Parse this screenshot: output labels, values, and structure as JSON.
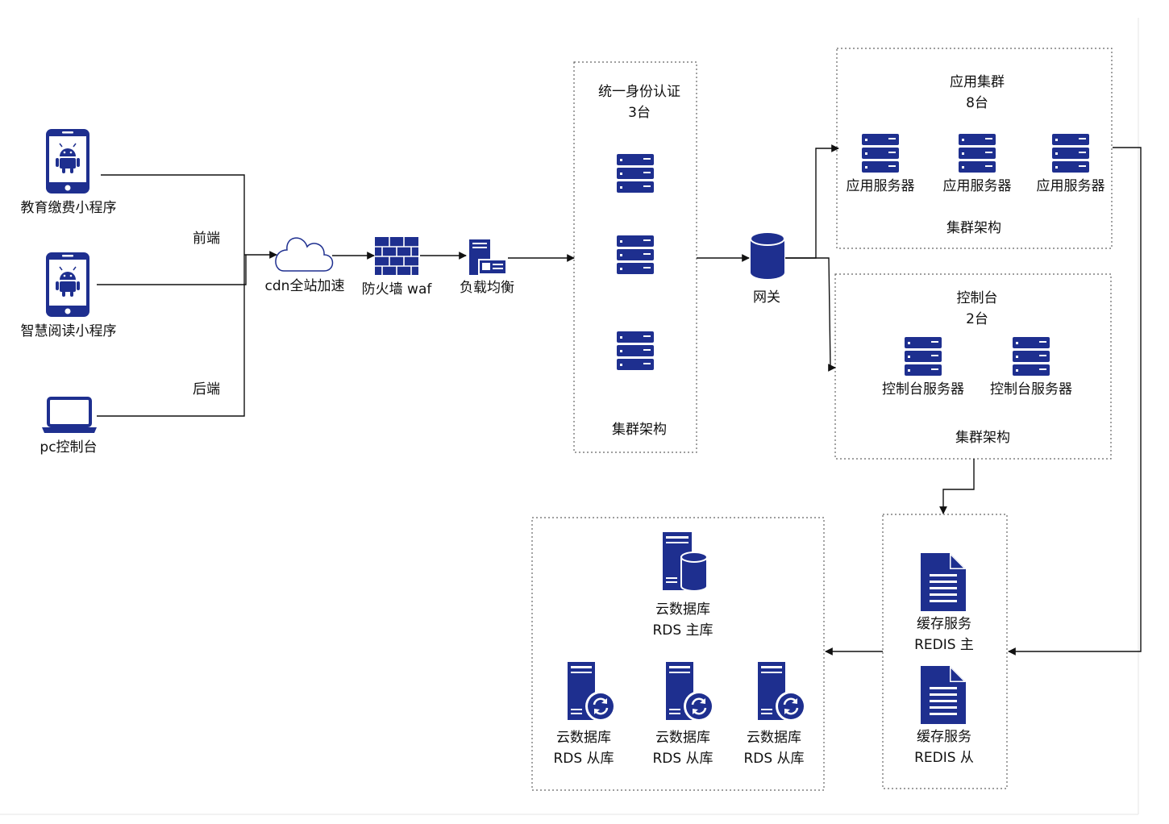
{
  "colors": {
    "accent": "#1e2f8f",
    "line": "#111111",
    "box_border": "#666666"
  },
  "clients": {
    "mini_program_edu": {
      "label": "教育缴费小程序",
      "icon": "android-phone-icon"
    },
    "mini_program_read": {
      "label": "智慧阅读小程序",
      "icon": "android-phone-icon"
    },
    "pc_console": {
      "label": "pc控制台",
      "icon": "laptop-icon"
    },
    "frontend_label": "前端",
    "backend_label": "后端"
  },
  "edge": {
    "cdn": {
      "label": "cdn全站加速",
      "icon": "cloud-icon"
    },
    "firewall": {
      "label": "防火墙 waf",
      "icon": "firewall-icon"
    },
    "load_balancer": {
      "label": "负载均衡",
      "icon": "load-balancer-icon"
    }
  },
  "auth_cluster": {
    "title": "统一身份认证",
    "count": "3台",
    "footer": "集群架构"
  },
  "gateway": {
    "label": "网关",
    "icon": "database-cylinder-icon"
  },
  "app_cluster": {
    "title": "应用集群",
    "count": "8台",
    "servers": [
      "应用服务器",
      "应用服务器",
      "应用服务器"
    ],
    "footer": "集群架构"
  },
  "console_cluster": {
    "title": "控制台",
    "count": "2台",
    "servers": [
      "控制台服务器",
      "控制台服务器"
    ],
    "footer": "集群架构"
  },
  "cache": {
    "master": {
      "line1": "缓存服务",
      "line2": "REDIS 主"
    },
    "slave": {
      "line1": "缓存服务",
      "line2": "REDIS 从"
    }
  },
  "database": {
    "master": {
      "line1": "云数据库",
      "line2": "RDS 主库"
    },
    "slaves": [
      {
        "line1": "云数据库",
        "line2": "RDS 从库"
      },
      {
        "line1": "云数据库",
        "line2": "RDS 从库"
      },
      {
        "line1": "云数据库",
        "line2": "RDS 从库"
      }
    ]
  }
}
